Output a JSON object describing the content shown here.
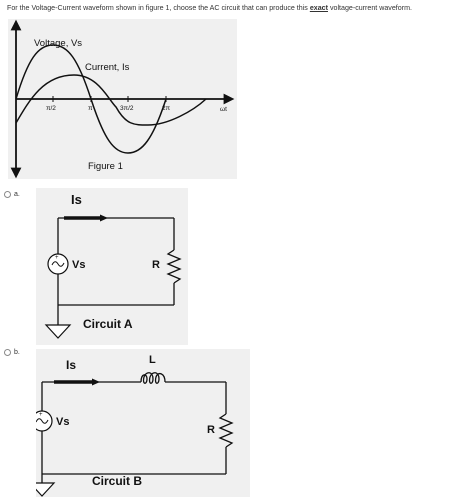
{
  "question": {
    "prefix": "For the Voltage-Current waveform shown in figure 1, choose the AC circuit that can produce this ",
    "emphasis": "exact",
    "suffix": " voltage-current waveform."
  },
  "figure": {
    "voltage_label": "Voltage, Vs",
    "current_label": "Current, Is",
    "tick_pi_half": "π/2",
    "tick_pi": "π",
    "tick_three_pi_half": "3π/2",
    "tick_two_pi": "2π",
    "axis_label": "ωt",
    "caption": "Figure 1"
  },
  "options": [
    {
      "letter": "a.",
      "current_label": "Is",
      "source_label": "Vs",
      "resistor_label": "R",
      "caption": "Circuit A"
    },
    {
      "letter": "b.",
      "current_label": "Is",
      "source_label": "Vs",
      "inductor_label": "L",
      "resistor_label": "R",
      "caption": "Circuit B"
    }
  ]
}
